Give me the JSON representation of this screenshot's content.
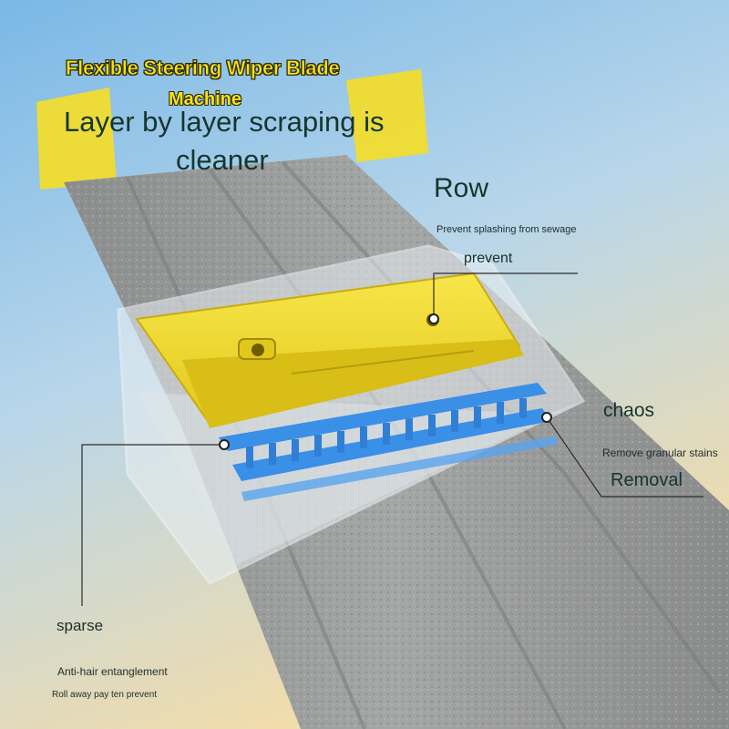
{
  "title_line1": "Flexible Steering Wiper Blade",
  "title_line2": "Machine",
  "headline_line1": "Layer by layer scraping is",
  "headline_line2": "cleaner",
  "callouts": {
    "row": "Row",
    "prevent_splash": "Prevent splashing from sewage",
    "prevent": "prevent",
    "chaos": "chaos",
    "remove_granular": "Remove granular stains",
    "removal": "Removal",
    "sparse": "sparse",
    "anti_hair": "Anti-hair entanglement",
    "roll_away": "Roll away pay ten prevent"
  },
  "colors": {
    "sky_top": "#7ab8e6",
    "sky_bottom": "#f2dcaa",
    "mop_gray": "#9a9c9c",
    "wiper_yellow": "#f1dc2e",
    "comb_blue": "#3a8fe6",
    "title_yellow": "#f6e21a",
    "text_dark": "#15352e"
  }
}
